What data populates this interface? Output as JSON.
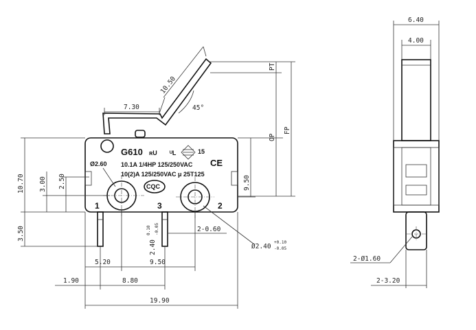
{
  "front": {
    "model": "G610",
    "rating_1": "10.1A 1/4HP 125/250VAC",
    "rating_2": "10(2)A 125/250VAC μ 25T125",
    "mark_cqc": "CQC",
    "mark_ce": "CE",
    "mark_15": "15",
    "pin_1": "1",
    "pin_2": "2",
    "pin_3": "3",
    "hole_dia": "Ø2.60"
  },
  "dims": {
    "lever_len": "10.50",
    "lever_offset": "7.30",
    "lever_angle": "45°",
    "pt": "PT",
    "op": "OP",
    "fp": "FP",
    "height_total": "10.70",
    "h_3_00": "3.00",
    "h_2_50": "2.50",
    "h_9_50": "9.50",
    "pin_len": "3.50",
    "pin_w": "2.40",
    "pin_w_tol_top": "0.10",
    "pin_w_tol_bot": "-0.05",
    "pin_thk": "2-0.60",
    "hole_spec": "Ø2.40",
    "hole_tol_top": "+0.10",
    "hole_tol_bot": "-0.05",
    "w_5_20": "5.20",
    "w_9_50": "9.50",
    "w_1_90": "1.90",
    "w_8_80": "8.80",
    "w_19_90": "19.90"
  },
  "side": {
    "width_total": "6.40",
    "lever_width": "4.00",
    "hole": "2-Ø1.60",
    "pin_w": "2-3.20"
  }
}
